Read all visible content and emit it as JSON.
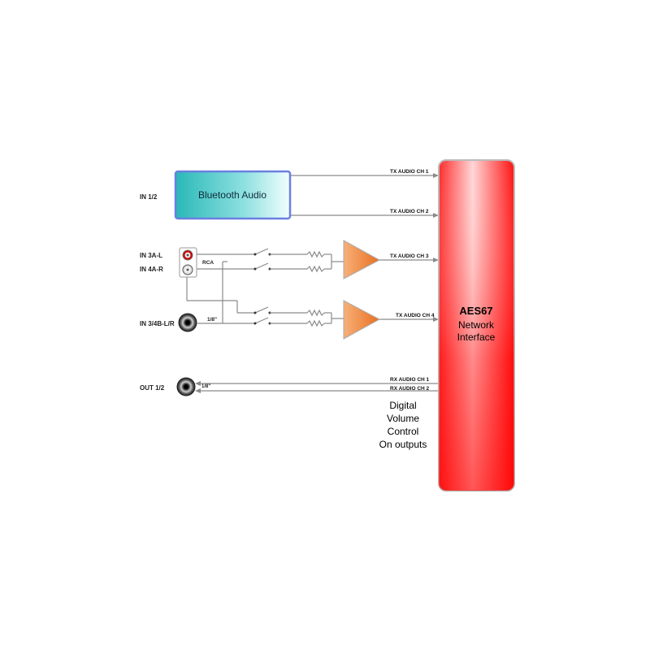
{
  "inputs": {
    "in12": "IN 1/2",
    "in3a": "IN 3A-L",
    "in4a": "IN 4A-R",
    "in34b": "IN 3/4B-L/R",
    "out12": "OUT 1/2"
  },
  "bluetooth": {
    "label": "Bluetooth Audio"
  },
  "connectors": {
    "rca": "RCA",
    "eighth_in": "1/8\"",
    "eighth_out": "1/8\""
  },
  "signals": {
    "tx1": "TX AUDIO CH 1",
    "tx2": "TX AUDIO CH 2",
    "tx3": "TX AUDIO CH  3",
    "tx4": "TX AUDIO CH  4",
    "rx1": "RX AUDIO CH 1",
    "rx2": "RX AUDIO CH 2"
  },
  "network": {
    "title": "AES67",
    "line1": "Network",
    "line2": "Interface"
  },
  "volume_note": {
    "line1": "Digital",
    "line2": "Volume",
    "line3": "Control",
    "line4": "On outputs"
  },
  "colors": {
    "network_red": "#ff1a1a",
    "bluetooth_teal": "#2cbcbc",
    "bluetooth_border": "#6b7fe0",
    "amplifier_orange": "#f08a3a",
    "wire_gray": "#8a8a8a"
  }
}
